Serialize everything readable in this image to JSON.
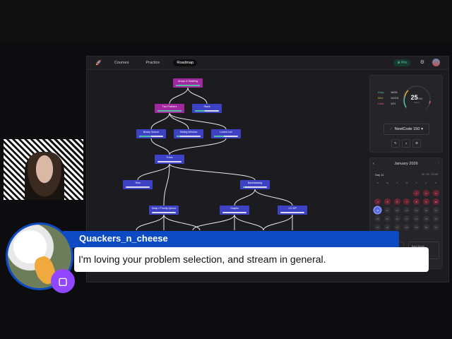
{
  "nav": {
    "items": [
      {
        "label": "Courses"
      },
      {
        "label": "Practice"
      },
      {
        "label": "Roadmap",
        "active": true
      }
    ],
    "pro_label": "Pro"
  },
  "roadmap": {
    "nodes": [
      {
        "label": "Arrays & Hashing",
        "color": "#a1289e",
        "progress": 1.0
      },
      {
        "label": "Two Pointers",
        "color": "#a1289e",
        "progress": 1.0
      },
      {
        "label": "Stack",
        "color": "#3d41c4",
        "progress": 0.4
      },
      {
        "label": "Binary Search",
        "color": "#3d41c4",
        "progress": 0.5
      },
      {
        "label": "Sliding Window",
        "color": "#3d41c4",
        "progress": 0.15
      },
      {
        "label": "Linked List",
        "color": "#3d41c4",
        "progress": 0.4
      },
      {
        "label": "Trees",
        "color": "#3d41c4",
        "progress": 0
      },
      {
        "label": "Tries",
        "color": "#3d41c4",
        "progress": 0
      },
      {
        "label": "Backtracking",
        "color": "#3d41c4",
        "progress": 0.1
      },
      {
        "label": "Heap / Priority Queue",
        "color": "#3d41c4",
        "progress": 0
      },
      {
        "label": "Graphs",
        "color": "#3d41c4",
        "progress": 0
      },
      {
        "label": "1-D DP",
        "color": "#3d41c4",
        "progress": 0
      }
    ]
  },
  "stats": {
    "easy": {
      "label": "Easy",
      "value": "16/28",
      "color": "#4fc3a0"
    },
    "medium": {
      "label": "Med",
      "value": "14/101",
      "color": "#e0b040"
    },
    "hard": {
      "label": "Hard",
      "value": "1/21",
      "color": "#e05a6a"
    },
    "solved": "25",
    "total": "/150",
    "solved_label": "Solved",
    "list": "NeetCode 150"
  },
  "calendar": {
    "month": "January 2026",
    "day": "Day 11",
    "time_left": "05 : 05 : 23 left",
    "weekdays": [
      "S",
      "M",
      "T",
      "W",
      "T",
      "F",
      "S"
    ],
    "completed_days": [
      1,
      2,
      3,
      4,
      5,
      6,
      7,
      8,
      9,
      10
    ],
    "today": 11,
    "days_in_month": 31,
    "first_weekday": 4,
    "best_streak_label": "Best Streak"
  },
  "chat": {
    "username": "Quackers_n_cheese",
    "message": "I'm loving your problem selection, and stream in general.",
    "accent": "#0d4bc4",
    "platform": "twitch"
  }
}
